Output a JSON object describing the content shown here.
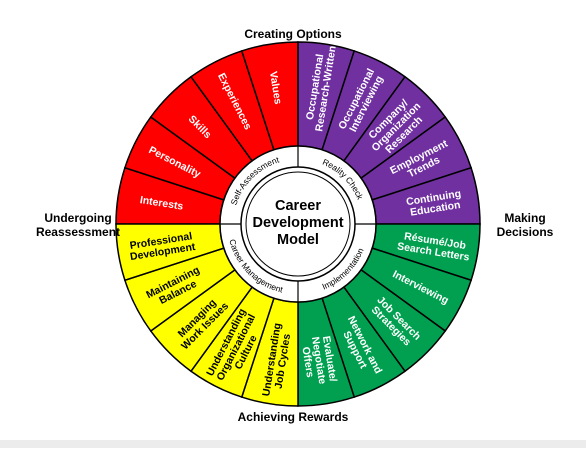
{
  "outer_labels": {
    "top": "Creating Options",
    "bottom": "Achieving Rewards",
    "left": "Undergoing\nReassessment",
    "right": "Making\nDecisions"
  },
  "center": [
    "Career",
    "Development",
    "Model"
  ],
  "colors": {
    "red": "#ff0000",
    "purple": "#7030a0",
    "green": "#00a050",
    "yellow": "#ffff00",
    "outline": "#000000",
    "inner_ring": "#ffffff"
  },
  "quadrants": [
    {
      "name": "Self-Assessment",
      "color": "red",
      "text_dark": false,
      "segments": [
        [
          "Interests"
        ],
        [
          "Personality"
        ],
        [
          "Skills"
        ],
        [
          "Experiences"
        ],
        [
          "Values"
        ]
      ]
    },
    {
      "name": "Reality Check",
      "color": "purple",
      "text_dark": false,
      "segments": [
        [
          "Occupational",
          "Research-Written"
        ],
        [
          "Occupational",
          "Interviewing"
        ],
        [
          "Company/",
          "Organization",
          "Research"
        ],
        [
          "Employment",
          "Trends"
        ],
        [
          "Continuing",
          "Education"
        ]
      ]
    },
    {
      "name": "Implementation",
      "color": "green",
      "text_dark": false,
      "segments": [
        [
          "Résumé/Job",
          "Search Letters"
        ],
        [
          "Interviewing"
        ],
        [
          "Job Search",
          "Strategies"
        ],
        [
          "Network and",
          "Support"
        ],
        [
          "Evaluate/",
          "Negotiate",
          "Offers"
        ]
      ]
    },
    {
      "name": "Career Management",
      "color": "yellow",
      "text_dark": true,
      "segments": [
        [
          "Understanding",
          "Job Cycles"
        ],
        [
          "Understanding",
          "Organizational",
          "Culture"
        ],
        [
          "Managing",
          "Work Issues"
        ],
        [
          "Maintaining",
          "Balance"
        ],
        [
          "Professional",
          "Development"
        ]
      ]
    }
  ]
}
